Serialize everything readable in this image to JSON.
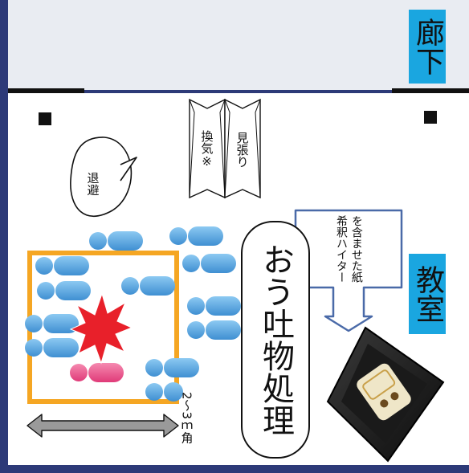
{
  "labels": {
    "corridor": "廊下",
    "classroom": "教室",
    "title": "おう吐物処理",
    "size": "2～3ｍ角",
    "evacuate": "退避",
    "ventilation": "換気※",
    "watch": "見張り",
    "paper_line1": "希釈ハイター",
    "paper_line2": "を含ませた紙"
  },
  "colors": {
    "background": "#2d3a78",
    "corridor_floor": "#e9ecf2",
    "label_box": "#1aa6e0",
    "area_border": "#f5a623",
    "student": "#5aa9e6",
    "student_affected": "#ec4f88",
    "vomit": "#e8202a",
    "arrow": "#9a9a9a"
  }
}
